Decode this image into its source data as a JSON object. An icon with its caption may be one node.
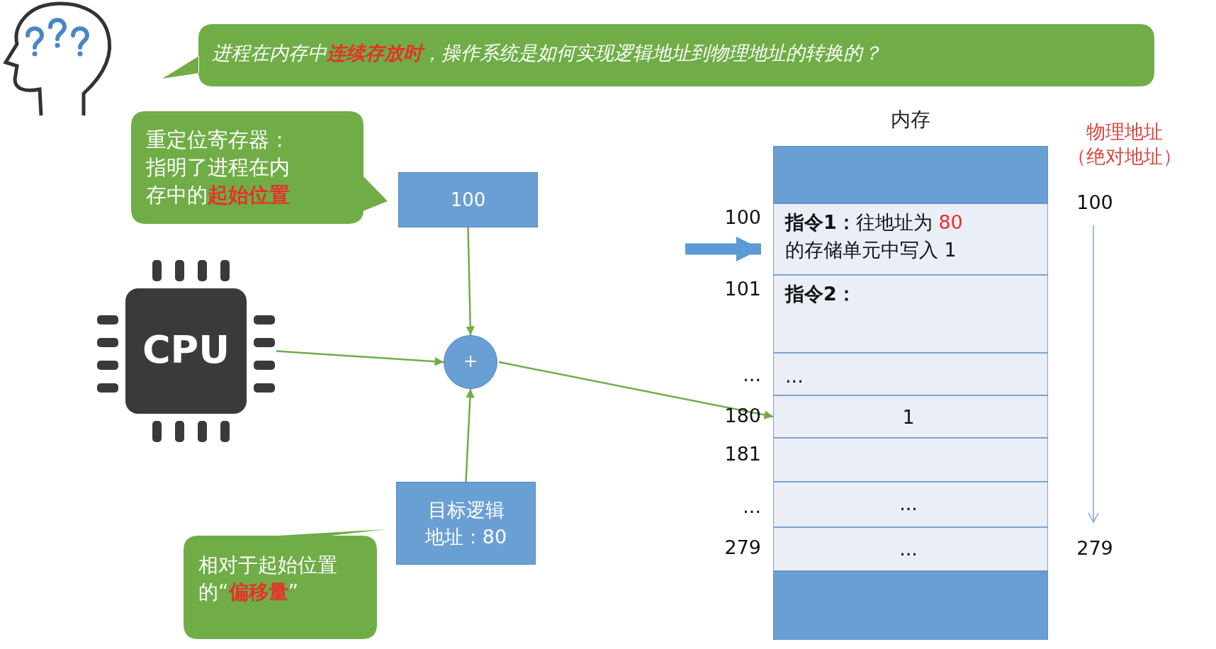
{
  "diagram": {
    "nodes": [
      {
        "text": [
          "进程在内存中**连续存放时**，操作系统是如何实现逻辑地址到物理地址的转换的？"
        ]
      },
      {
        "text": [
          "重定位寄存器：指明了进程在内存中的**起始位置**"
        ]
      },
      {
        "text": [
          "100"
        ]
      },
      {
        "text": [
          "CPU"
        ]
      },
      {
        "text": [
          "+"
        ]
      },
      {
        "text": [
          "目标逻辑地址：80"
        ]
      },
      {
        "text": [
          "相对于起始位置的“**偏移量**”"
        ]
      },
      {
        "text": [
          "内存"
        ]
      },
      {
        "text": [],
        "shape": "box",
        "in": 7
      },
      {
        "text": [
          "**指令1：**往地址为 *80* 的存储单元中写入 1"
        ],
        "in": 7,
        "beside": [
          "100"
        ]
      },
      {
        "text": [
          "**指令2：**"
        ],
        "in": 7,
        "beside": [
          "101"
        ]
      },
      {
        "text": [
          "..."
        ],
        "in": 7,
        "beside": [
          "..."
        ]
      },
      {
        "text": [
          "1"
        ],
        "in": 7,
        "beside": [
          "180"
        ]
      },
      {
        "text": [],
        "shape": "box",
        "in": 7,
        "beside": [
          "181"
        ]
      },
      {
        "text": [
          "..."
        ],
        "in": 7,
        "beside": [
          "..."
        ]
      },
      {
        "text": [
          "..."
        ],
        "in": 7,
        "beside": [
          "279"
        ]
      },
      {
        "text": [],
        "shape": "box",
        "in": 7
      }
    ],
    "edges": [
      {
        "from": 2,
        "to": 4,
        "arrow": "to"
      },
      {
        "from": 3,
        "to": 4,
        "arrow": "to"
      },
      {
        "from": 5,
        "to": 4,
        "arrow": "to"
      },
      {
        "from": 4,
        "to": 12,
        "arrow": "to"
      },
      {
        "from": null,
        "to": 9,
        "arrow": "to",
        "style": "thick",
        "color": "#5b9bd5"
      }
    ],
    "labels": [
      "物理地址（绝对地址）",
      "100",
      "279"
    ]
  }
}
